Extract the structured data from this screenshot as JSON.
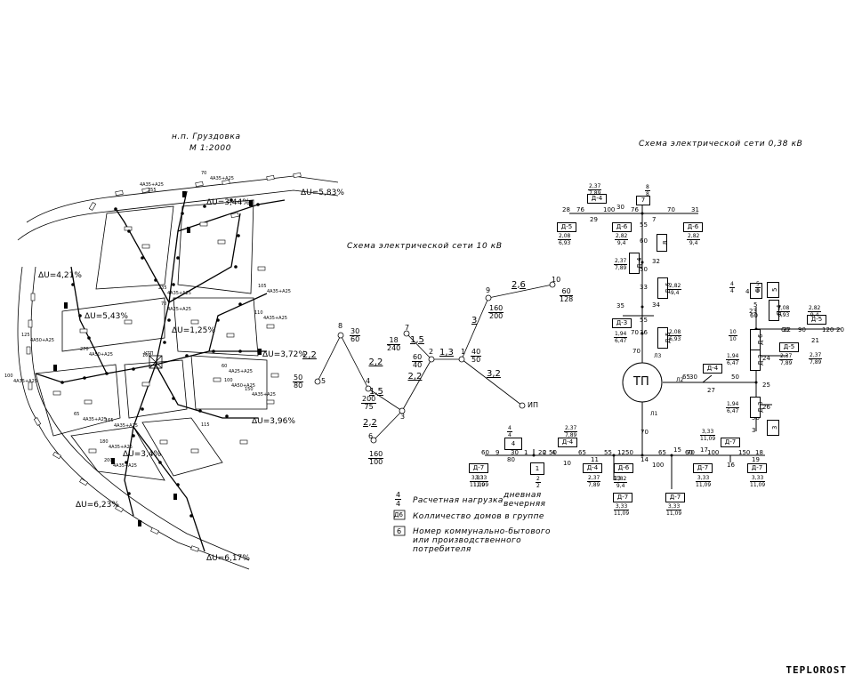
{
  "titles": {
    "village": "н.п. Груздовка",
    "scale": "М 1:2000",
    "net038": "Схема электрической сети 0,38 кВ",
    "net10": "Схема электрической сети 10 кВ"
  },
  "watermark": "TEPLOROST",
  "voltage_drops": [
    "ΔU=5,83%",
    "ΔU=3,44%",
    "ΔU=4,21%",
    "ΔU=5,43%",
    "ΔU=1,25%",
    "ΔU=3,72%",
    "ΔU=3,96%",
    "ΔU=3,4%",
    "ΔU=6,23%",
    "ΔU=6,17%"
  ],
  "map_labels": [
    "КТП",
    "160",
    "4А35+А25",
    "255",
    "70",
    "4А35+А25",
    "235",
    "4А35+А25",
    "70",
    "4А25+А25",
    "105",
    "4А35+А25",
    "110",
    "4А35+А25",
    "125",
    "4А50+А25",
    "270",
    "4А50+А25",
    "100",
    "4А35+А25",
    "65",
    "4А35+А25",
    "60",
    "4А25+А25",
    "100",
    "4А50+А25",
    "150",
    "4А35+А25",
    "165",
    "4А35+А25",
    "180",
    "4А35+А25",
    "200",
    "4А35+А25",
    "115"
  ],
  "net10": {
    "nodes": [
      {
        "id": "8",
        "n": "8",
        "load": [
          "30",
          "60"
        ]
      },
      {
        "id": "5",
        "n": "5",
        "load": [
          "50",
          "80"
        ]
      },
      {
        "id": "4",
        "n": "4",
        "load": [
          "200",
          "75"
        ]
      },
      {
        "id": "3",
        "n": "3",
        "load": []
      },
      {
        "id": "6",
        "n": "6",
        "load": [
          "160",
          "100"
        ]
      },
      {
        "id": "7",
        "n": "7",
        "load": [
          "18",
          "240"
        ]
      },
      {
        "id": "2",
        "n": "2",
        "load": [
          "60",
          "40"
        ]
      },
      {
        "id": "1",
        "n": "1",
        "load": [
          "40",
          "50"
        ]
      },
      {
        "id": "9",
        "n": "9",
        "load": [
          "160",
          "200"
        ]
      },
      {
        "id": "10",
        "n": "10",
        "load": [
          "60",
          "128"
        ]
      },
      {
        "id": "IP",
        "n": "ИП",
        "load": []
      }
    ],
    "edges": [
      {
        "a": "5",
        "b": "8",
        "len": "2,2"
      },
      {
        "a": "8",
        "b": "4",
        "len": "2,2"
      },
      {
        "a": "4",
        "b": "3",
        "len": "1,5"
      },
      {
        "a": "3",
        "b": "6",
        "len": "2,2"
      },
      {
        "a": "3",
        "b": "2",
        "len": "2,2"
      },
      {
        "a": "7",
        "b": "2",
        "len": "1,5"
      },
      {
        "a": "2",
        "b": "1",
        "len": "1,3"
      },
      {
        "a": "1",
        "b": "9",
        "len": "3"
      },
      {
        "a": "9",
        "b": "10",
        "len": "2,6"
      },
      {
        "a": "1",
        "b": "IP",
        "len": "3,2"
      }
    ]
  },
  "net038": {
    "tp_label": "ТП",
    "feeders": [
      "Л1",
      "Л2",
      "Л3"
    ],
    "numbers": [
      "28",
      "76",
      "29",
      "100",
      "30",
      "76",
      "7",
      "70",
      "31",
      "32",
      "33",
      "34",
      "35",
      "36",
      "70",
      "70",
      "55",
      "50",
      "60",
      "55",
      "8",
      "30",
      "65",
      "27",
      "50",
      "25",
      "24",
      "60",
      "22",
      "90",
      "120",
      "20",
      "21",
      "23",
      "5",
      "4",
      "26",
      "3",
      "70",
      "60",
      "40",
      "40",
      "14",
      "65",
      "15",
      "70",
      "100",
      "150",
      "17",
      "16",
      "18",
      "19",
      "12",
      "13",
      "11",
      "55",
      "65",
      "10",
      "50",
      "20",
      "2",
      "1",
      "30",
      "60",
      "9",
      "80",
      "4",
      "50",
      "60",
      "100",
      "50"
    ],
    "boxes": [
      "Д-4",
      "7",
      "Д-5",
      "Д-6",
      "Д-6",
      "8",
      "Д-4",
      "Д-6",
      "Д-3",
      "Д-5",
      "Д-5",
      "5",
      "Д-4",
      "Д-5",
      "Д-4",
      "Д-6",
      "Д-3",
      "Д-3",
      "3",
      "Д-7",
      "Д-7",
      "Д-7",
      "Д-6",
      "Д-7",
      "Д-7",
      "Д-7",
      "Д-4",
      "Д-4",
      "Д-7",
      "1",
      "4",
      "6"
    ],
    "fractions": [
      [
        "2,37",
        "7,89"
      ],
      [
        "8",
        "8"
      ],
      [
        "2,82",
        "9,4"
      ],
      [
        "2,82",
        "9,4"
      ],
      [
        "2,08",
        "6,93"
      ],
      [
        "2,37",
        "7,89"
      ],
      [
        "2,82",
        "9,4"
      ],
      [
        "1,94",
        "6,47"
      ],
      [
        "2,08",
        "6,93"
      ],
      [
        "4",
        "4"
      ],
      [
        "2,37",
        "7,89"
      ],
      [
        "2,08",
        "6,93"
      ],
      [
        "2,82",
        "9,4"
      ],
      [
        "2,37",
        "7,89"
      ],
      [
        "1,94",
        "6,47"
      ],
      [
        "1,94",
        "6,47"
      ],
      [
        "3,33",
        "11,09"
      ],
      [
        "3,33",
        "11,09"
      ],
      [
        "3,33",
        "11,09"
      ],
      [
        "2,82",
        "9,4"
      ],
      [
        "3,33",
        "11,09"
      ],
      [
        "3,33",
        "11,09"
      ],
      [
        "3,33",
        "11,09"
      ],
      [
        "2,37",
        "7,89"
      ],
      [
        "2,37",
        "7,89"
      ],
      [
        "3,33",
        "11,09"
      ],
      [
        "4",
        "4"
      ],
      [
        "5",
        "5"
      ],
      [
        "10",
        "10"
      ],
      [
        "2",
        "2"
      ]
    ]
  },
  "legend": [
    {
      "sym_num": "4",
      "sym_den": "4",
      "text": "Расчетная нагрузка",
      "text2": "дневная",
      "text3": "вечерняя"
    },
    {
      "sym": "Д6",
      "text": "Колличество домов в группе"
    },
    {
      "sym": "6",
      "text": "Номер коммунально-бытового"
    },
    {
      "text": "или производственного"
    },
    {
      "text": "потребителя"
    }
  ]
}
